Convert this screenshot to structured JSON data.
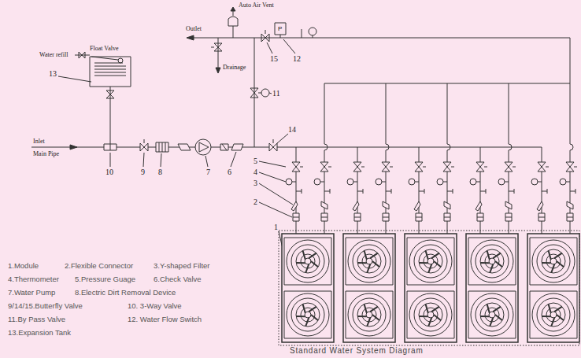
{
  "diagram": {
    "caption": "Standard Water System Diagram",
    "labels": [
      "Auto Air Vent",
      "Outlet",
      "Drainage",
      "Water refill",
      "Float Valve",
      "13",
      "Inlet",
      "Main Pipe",
      "10",
      "9",
      "8",
      "7",
      "6",
      "14",
      "11",
      "15",
      "12",
      "P",
      "5",
      "4",
      "3",
      "2",
      "1",
      "1.Module",
      "2.Flexible Connector",
      "3.Y-shaped Filter",
      "4.Thermometer",
      "5.Pressure Guage",
      "6.Check Valve",
      "7.Water Pump",
      "8.Electric Dirt Removal Device",
      "9/14/15.Butterfly Valve",
      "10. 3-Way Valve",
      "11.By Pass Valve",
      "12. Water Flow Switch",
      "13.Expansion Tank"
    ]
  }
}
